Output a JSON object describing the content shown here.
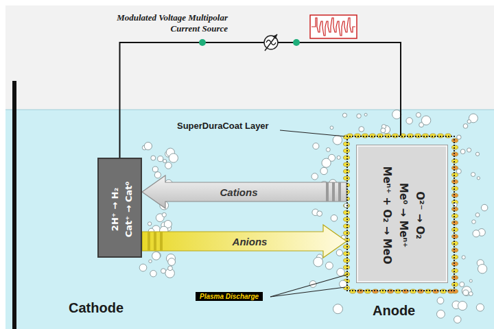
{
  "diagram": {
    "nodes": [
      {
        "text": [
          "2H⁺ → H₂",
          "Cat⁺ → Cat⁰",
          "Cathode"
        ]
      },
      {
        "text": [
          "Anode"
        ]
      },
      {
        "text": [
          "O²⁻ → O₂",
          "Me⁰ → Meⁿ⁺",
          "Meⁿ⁺ + O₂ → MeO"
        ],
        "in": 1
      }
    ],
    "edges": [
      {
        "from": 0,
        "to": 1,
        "arrow": "none"
      },
      {
        "from": 1,
        "to": 0,
        "label": "Cations",
        "arrow": "to"
      },
      {
        "from": 0,
        "to": 1,
        "label": "Anions",
        "arrow": "to"
      }
    ],
    "labels": [
      "Modulated Voltage Multipolar Current Source",
      "SuperDuraCoat Layer",
      "Plasma Discharge"
    ]
  }
}
